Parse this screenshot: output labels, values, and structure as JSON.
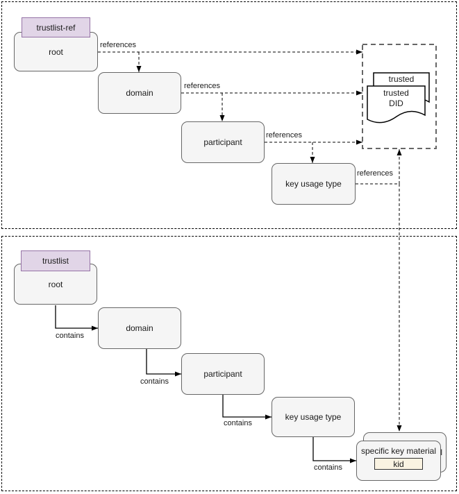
{
  "colors": {
    "node_fill": "#f5f5f5",
    "node_border": "#666666",
    "tag_fill": "#e1d5e7",
    "tag_border": "#9673a6",
    "kid_fill": "#faf3e2",
    "did_border": "#666666",
    "line_color": "#000000"
  },
  "top_section": {
    "tag": "trustlist-ref",
    "nodes": {
      "root": "root",
      "domain": "domain",
      "participant": "participant",
      "key_usage_type": "key usage type"
    },
    "edge_labels": [
      "references",
      "references",
      "references",
      "references"
    ],
    "documents": {
      "back": "trusted",
      "front": "trusted DID"
    }
  },
  "bottom_section": {
    "tag": "trustlist",
    "nodes": {
      "root": "root",
      "domain": "domain",
      "participant": "participant",
      "key_usage_type": "key usage type"
    },
    "edge_labels": [
      "contains",
      "contains",
      "contains",
      "contains"
    ],
    "key_material_stack": {
      "label": "specific key material",
      "kid_label": "kid"
    }
  }
}
